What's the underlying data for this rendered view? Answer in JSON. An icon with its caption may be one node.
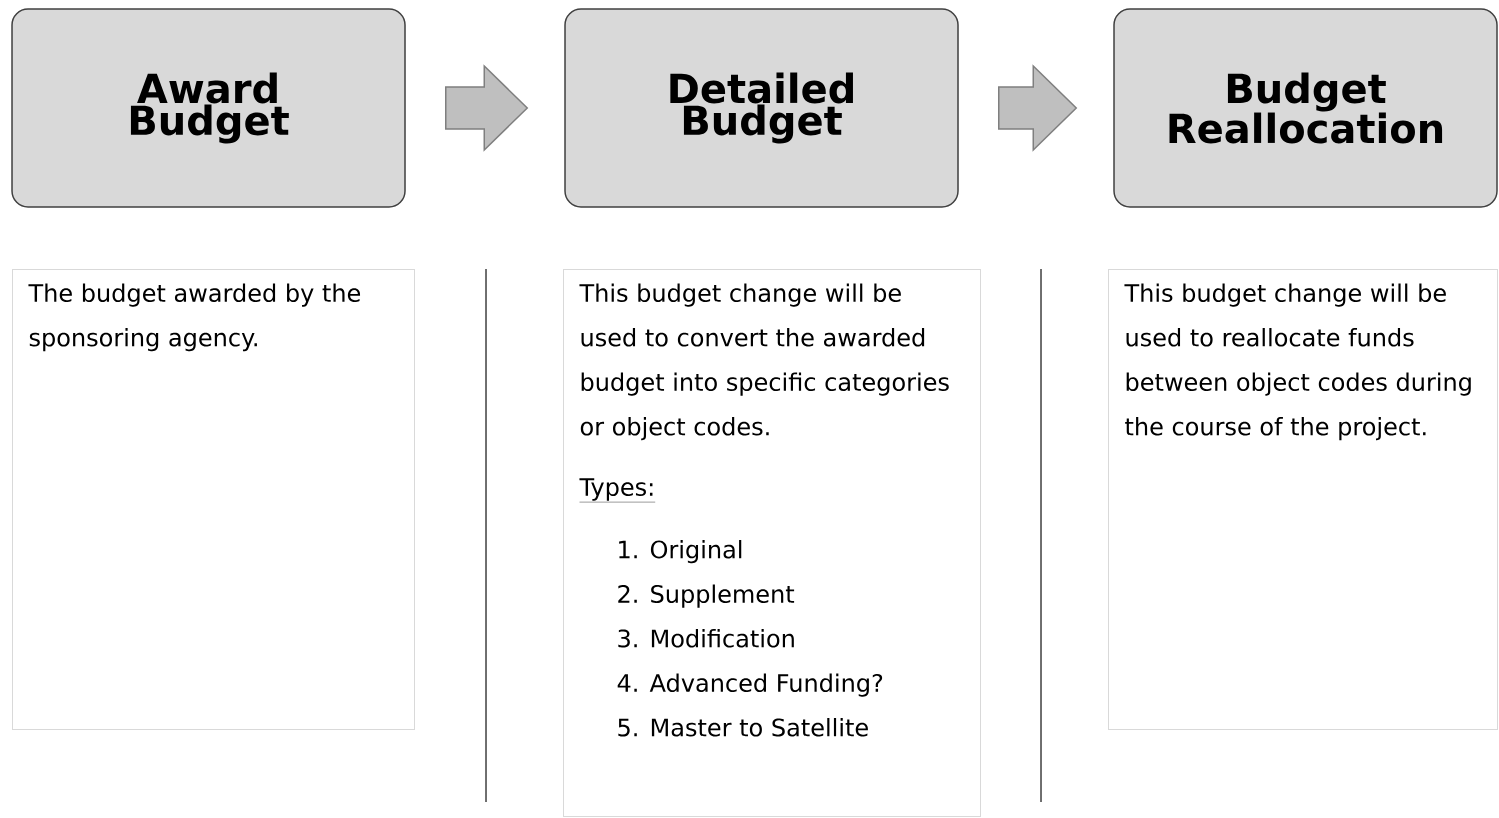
{
  "diagram": {
    "nodes": [
      {
        "text": [
          "Award Budget"
        ]
      },
      {
        "text": [
          "Detailed Budget"
        ]
      },
      {
        "text": [
          "Budget Reallocation"
        ]
      },
      {
        "text": [
          "The budget awarded by the sponsoring agency."
        ]
      },
      {
        "text": [
          "This budget change will be used to convert the awarded budget into specific categories or object codes.",
          "Types:",
          "1. Original",
          "2. Supplement",
          "3. Modification",
          "4. Advanced Funding?",
          "5. Master to Satellite"
        ]
      },
      {
        "text": [
          "This budget change will be used to reallocate funds between object codes during the course of the project."
        ]
      }
    ],
    "edges": [
      {
        "from": 0,
        "to": 1,
        "arrow": "to"
      },
      {
        "from": 1,
        "to": 2,
        "arrow": "to"
      }
    ]
  }
}
